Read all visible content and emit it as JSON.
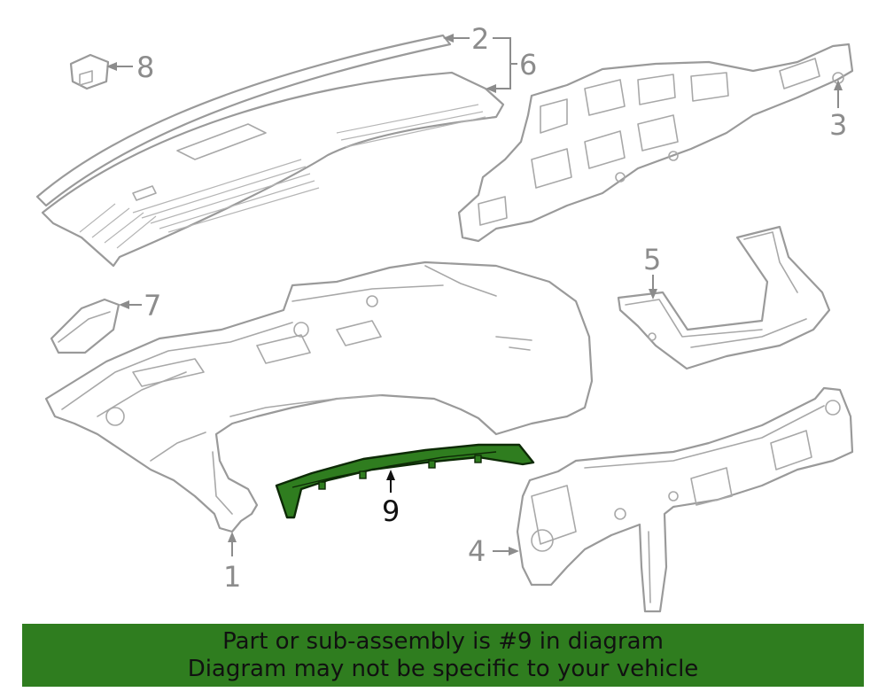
{
  "diagram": {
    "callouts": [
      {
        "id": "1",
        "label": "1"
      },
      {
        "id": "2",
        "label": "2"
      },
      {
        "id": "3",
        "label": "3"
      },
      {
        "id": "4",
        "label": "4"
      },
      {
        "id": "5",
        "label": "5"
      },
      {
        "id": "6",
        "label": "6"
      },
      {
        "id": "7",
        "label": "7"
      },
      {
        "id": "8",
        "label": "8"
      },
      {
        "id": "9",
        "label": "9"
      }
    ],
    "highlight_part": "9",
    "colors": {
      "highlight_fill": "#2f7d1f",
      "highlight_stroke": "#0d2a06",
      "part_stroke": "#9a9a9a",
      "banner_bg": "#2f7d1f"
    }
  },
  "banner": {
    "line1": "Part or sub-assembly is #9 in diagram",
    "line2": "Diagram may not be specific to your vehicle"
  }
}
